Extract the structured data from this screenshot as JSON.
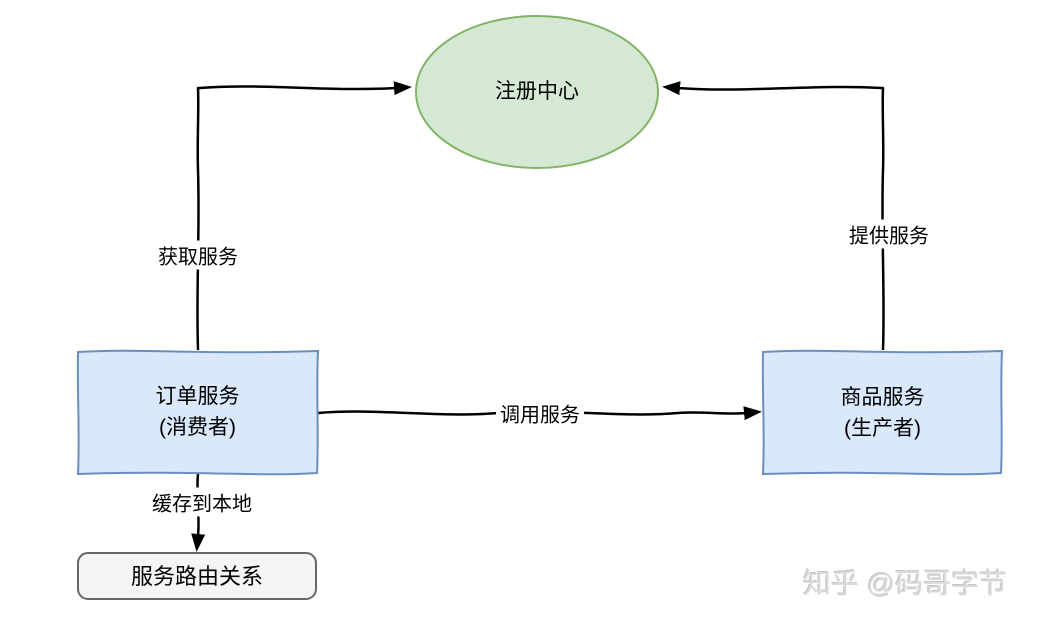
{
  "diagram": {
    "nodes": {
      "registry": {
        "label": "注册中心"
      },
      "order": {
        "title": "订单服务",
        "subtitle": "(消费者)"
      },
      "goods": {
        "title": "商品服务",
        "subtitle": "(生产者)"
      },
      "route": {
        "label": "服务路由关系"
      }
    },
    "edges": {
      "get_service": {
        "label": "获取服务"
      },
      "provide_service": {
        "label": "提供服务"
      },
      "invoke_service": {
        "label": "调用服务"
      },
      "cache_local": {
        "label": "缓存到本地"
      }
    },
    "colors": {
      "registry_fill": "#d5e8d4",
      "registry_stroke": "#82b366",
      "service_fill": "#dae8fc",
      "service_stroke": "#6c8ebf",
      "route_fill": "#f5f5f5",
      "route_stroke": "#666666",
      "connector": "#000000"
    },
    "watermark": "知乎 @码哥字节"
  }
}
